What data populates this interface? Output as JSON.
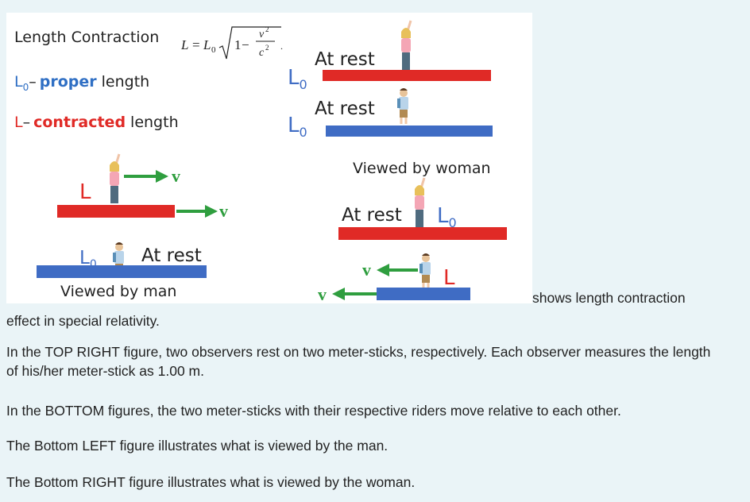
{
  "figure": {
    "title": "Length Contraction",
    "formula": {
      "lhs": "L",
      "eq": "=",
      "l0_base": "L",
      "l0_sub": "0",
      "one": "1",
      "minus": "−",
      "num_base": "v",
      "num_exp": "2",
      "den_base": "c",
      "den_exp": "2",
      "trail": "."
    },
    "legend": {
      "l0_symbol_base": "L",
      "l0_symbol_sub": "0",
      "l0_dash": "–",
      "l0_keyword": "proper",
      "l0_rest": "length",
      "l_symbol": "L",
      "l_dash": "–",
      "l_keyword": "contracted",
      "l_rest": "length"
    },
    "top_right": {
      "row1": {
        "text": "At rest",
        "label_base": "L",
        "label_sub": "0"
      },
      "row2": {
        "text": "At rest",
        "label_base": "L",
        "label_sub": "0"
      }
    },
    "bottom_left": {
      "red_label": "L",
      "v1": "v",
      "v2": "v",
      "blue_label_base": "L",
      "blue_label_sub": "0",
      "at_rest": "At rest",
      "caption": "Viewed by man"
    },
    "bottom_right": {
      "caption": "Viewed by woman",
      "at_rest": "At rest",
      "red_label_base": "L",
      "red_label_sub": "0",
      "v1": "v",
      "blue_label": "L",
      "v2": "v"
    },
    "colors": {
      "red": "#e02a26",
      "blue": "#3f6cc4",
      "green": "#2f9e3f",
      "legend_blue": "#2f6fc4"
    }
  },
  "text": {
    "caption_tail": "shows length contraction",
    "caption_head": "effect in special relativity.",
    "p1": "In the TOP RIGHT figure, two observers rest on two meter-sticks, respectively. Each observer measures the length of his/her meter-stick as 1.00 m.",
    "p2": "In the BOTTOM figures, the two meter-sticks with their respective riders move relative to each other.",
    "p3": "The Bottom LEFT figure illustrates what is viewed by the man.",
    "p4": "The Bottom RIGHT figure illustrates what is viewed by the woman."
  }
}
